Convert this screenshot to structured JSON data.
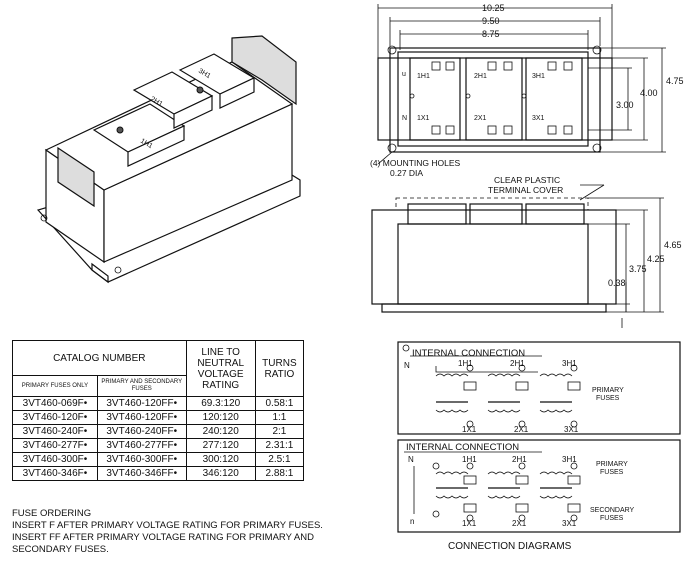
{
  "top_view": {
    "dim_outer": "10.25",
    "dim_mid": "9.50",
    "dim_inner": "8.75",
    "dim_h1": "4.75",
    "dim_h2": "4.00",
    "dim_h3": "3.00",
    "fuse_labels_top": [
      "1H1",
      "2H1",
      "3H1"
    ],
    "fuse_labels_bottom": [
      "1X1",
      "2X1",
      "3X1"
    ],
    "side_labels": [
      "u",
      "N"
    ],
    "mounting_label_1": "(4) MOUNTING HOLES",
    "mounting_label_2": "0.27 DIA"
  },
  "side_view": {
    "cover_label_1": "CLEAR PLASTIC",
    "cover_label_2": "TERMINAL COVER",
    "dim_a": "4.65",
    "dim_b": "4.25",
    "dim_c": "3.75",
    "dim_d": "0.38"
  },
  "iso_view": {
    "labels": [
      "2H1",
      "3H1",
      "1H1"
    ]
  },
  "table": {
    "header_catalog": "CATALOG NUMBER",
    "header_primary_only": "PRIMARY FUSES ONLY",
    "header_primary_secondary": "PRIMARY AND SECONDARY FUSES",
    "header_voltage": "LINE TO NEUTRAL VOLTAGE RATING",
    "header_turns": "TURNS RATIO",
    "rows": [
      [
        "3VT460-069F•",
        "3VT460-120FF•",
        "69.3:120",
        "0.58:1"
      ],
      [
        "3VT460-120F•",
        "3VT460-120FF•",
        "120:120",
        "1:1"
      ],
      [
        "3VT460-240F•",
        "3VT460-240FF•",
        "240:120",
        "2:1"
      ],
      [
        "3VT460-277F•",
        "3VT460-277FF•",
        "277:120",
        "2.31:1"
      ],
      [
        "3VT460-300F•",
        "3VT460-300FF•",
        "300:120",
        "2.5:1"
      ],
      [
        "3VT460-346F•",
        "3VT460-346FF•",
        "346:120",
        "2.88:1"
      ]
    ]
  },
  "notes": {
    "title": "FUSE ORDERING",
    "line1": "INSERT F AFTER PRIMARY VOLTAGE RATING FOR PRIMARY FUSES.",
    "line2": "INSERT FF AFTER PRIMARY VOLTAGE RATING FOR PRIMARY AND",
    "line3": "SECONDARY FUSES."
  },
  "diagram1": {
    "title": "INTERNAL CONNECTION",
    "n_label": "N",
    "top_labels": [
      "1H1",
      "2H1",
      "3H1"
    ],
    "bottom_labels": [
      "1X1",
      "2X1",
      "3X1"
    ],
    "side_label_1": "PRIMARY",
    "side_label_2": "FUSES"
  },
  "diagram2": {
    "title": "INTERNAL CONNECTION",
    "n_label": "N",
    "n_small": "n",
    "top_labels": [
      "1H1",
      "2H1",
      "3H1"
    ],
    "bottom_labels": [
      "1X1",
      "2X1",
      "3X1"
    ],
    "primary_1": "PRIMARY",
    "primary_2": "FUSES",
    "secondary_1": "SECONDARY",
    "secondary_2": "FUSES"
  },
  "caption": "CONNECTION DIAGRAMS"
}
